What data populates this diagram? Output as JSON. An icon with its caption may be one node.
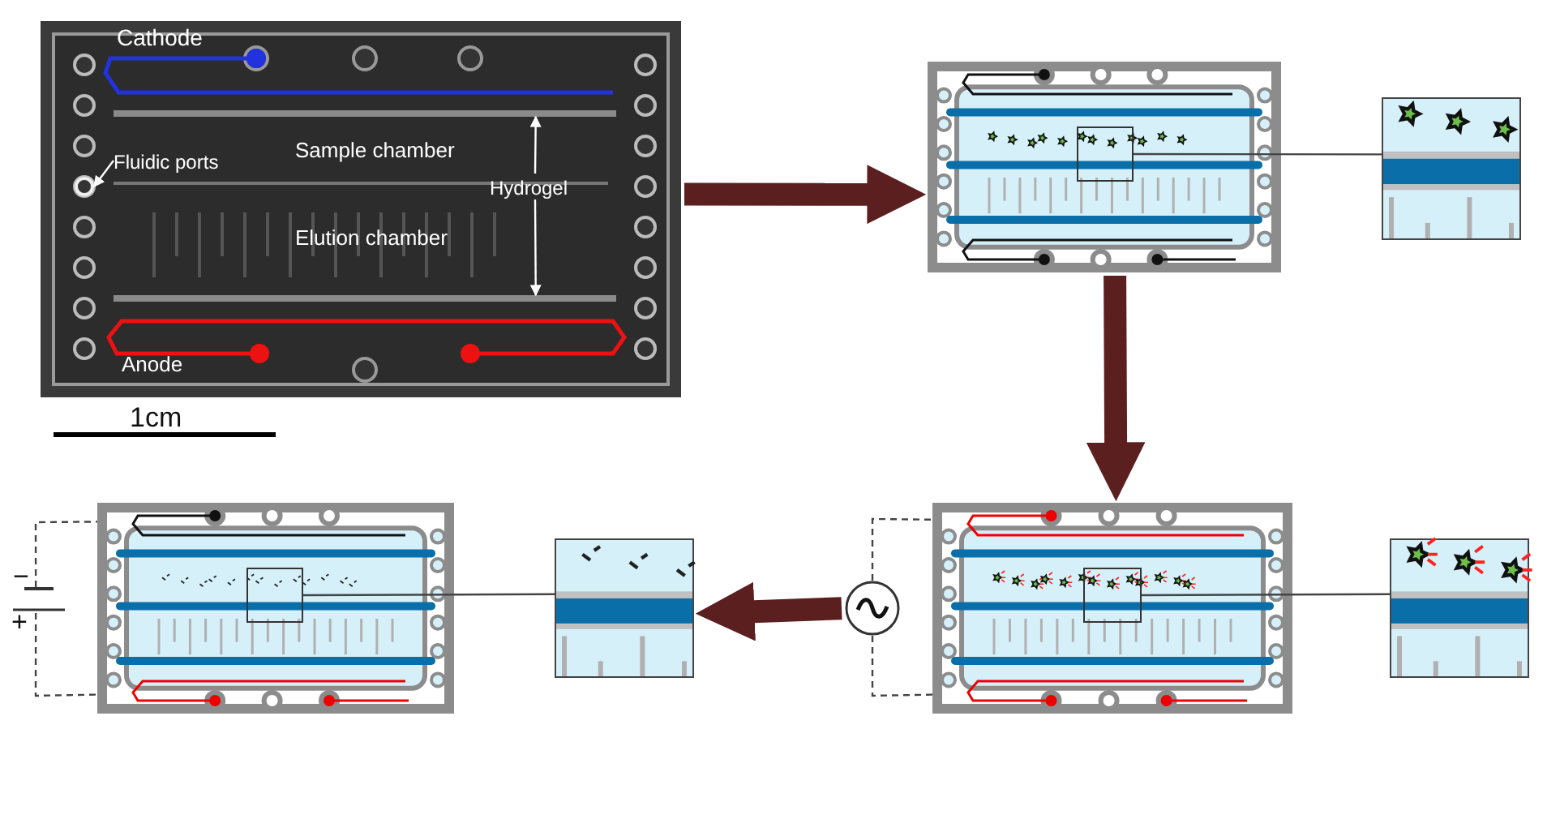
{
  "diagram": {
    "nodes": [
      {
        "text": [],
        "shape": "picture"
      },
      {
        "text": [
          "Fluidic ports"
        ],
        "in": 0
      },
      {
        "text": [],
        "shape": "circle",
        "in": 0
      },
      {
        "text": [
          "Hydrogel"
        ],
        "in": 0
      },
      {
        "text": [],
        "shape": "bar",
        "in": 0
      },
      {
        "text": [],
        "shape": "bar",
        "in": 0
      },
      {
        "text": [],
        "shape": "picture"
      },
      {
        "text": [],
        "shape": "picture"
      },
      {
        "text": [],
        "shape": "picture"
      },
      {
        "text": [],
        "shape": "picture"
      },
      {
        "text": [],
        "shape": "picture"
      },
      {
        "text": [],
        "shape": "picture"
      },
      {
        "text": [],
        "shape": "circle"
      },
      {
        "text": [],
        "shape": "battery",
        "beside": [
          "−",
          "+"
        ]
      },
      {
        "text": [],
        "shape": "box",
        "in": 6
      },
      {
        "text": [],
        "shape": "box",
        "in": 8
      },
      {
        "text": [],
        "shape": "box",
        "in": 10
      }
    ],
    "edges": [
      {
        "from": 1,
        "to": 2,
        "arrow": "to",
        "color": "#ffffff"
      },
      {
        "from": 3,
        "to": 4,
        "arrow": "to",
        "color": "#ffffff"
      },
      {
        "from": 3,
        "to": 5,
        "arrow": "to",
        "color": "#ffffff"
      },
      {
        "from": 0,
        "to": 6,
        "arrow": "to",
        "style": "thick",
        "color": "#5c1f1f"
      },
      {
        "from": 6,
        "to": 8,
        "arrow": "to",
        "style": "thick",
        "color": "#5c1f1f"
      },
      {
        "from": 12,
        "to": 11,
        "arrow": "to",
        "style": "thick",
        "color": "#5c1f1f"
      },
      {
        "from": 14,
        "to": 7,
        "arrow": "none"
      },
      {
        "from": 15,
        "to": 9,
        "arrow": "none"
      },
      {
        "from": 16,
        "to": 11,
        "arrow": "none"
      },
      {
        "from": 12,
        "to": 8,
        "arrow": "none",
        "style": "dashed"
      },
      {
        "from": 12,
        "to": 8,
        "arrow": "none",
        "style": "dashed"
      },
      {
        "from": 13,
        "to": 10,
        "arrow": "none",
        "style": "dashed"
      },
      {
        "from": 13,
        "to": 10,
        "arrow": "none",
        "style": "dashed"
      }
    ],
    "labels": [
      "Cathode",
      "Sample chamber",
      "Elution chamber",
      "Anode",
      "1cm"
    ]
  }
}
